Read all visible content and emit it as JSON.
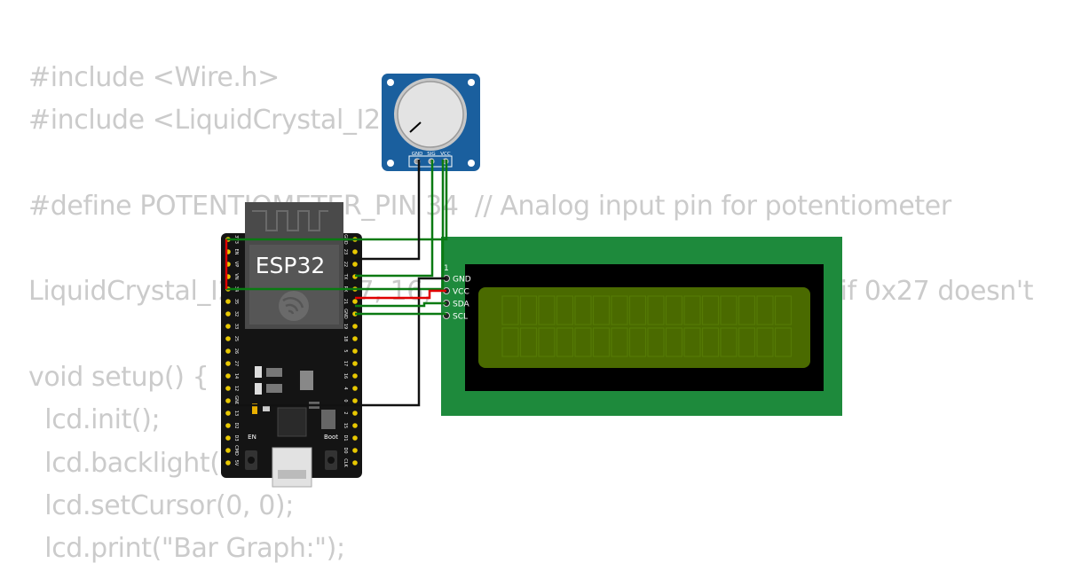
{
  "code_lines": [
    "#include <Wire.h>",
    "#include <LiquidCrystal_I2C.h>",
    "",
    "#define POTENTIOMETER_PIN 34  // Analog input pin for potentiometer",
    "",
    "LiquidCrystal_I2C lcd(0x27, 16, 2);  // Change address to 0x3F if 0x27 doesn't",
    "",
    "void setup() {",
    "  lcd.init();",
    "  lcd.backlight();",
    "  lcd.setCursor(0, 0);",
    "  lcd.print(\"Bar Graph:\");"
  ],
  "esp32": {
    "label": "ESP32",
    "en_label": "EN",
    "boot_label": "Boot",
    "left_pins": [
      "3V3",
      "EN",
      "VP",
      "VN",
      "34",
      "35",
      "32",
      "33",
      "25",
      "26",
      "27",
      "14",
      "12",
      "GND",
      "13",
      "D2",
      "D3",
      "CMD",
      "5V"
    ],
    "right_pins": [
      "GND",
      "23",
      "22",
      "TX",
      "RX",
      "21",
      "GND",
      "19",
      "18",
      "5",
      "17",
      "16",
      "4",
      "0",
      "2",
      "15",
      "D1",
      "D0",
      "CLK"
    ]
  },
  "potentiometer": {
    "pins": [
      "GND",
      "SIG",
      "VCC"
    ]
  },
  "lcd": {
    "pin1_label": "1",
    "pins": [
      "GND",
      "VCC",
      "SDA",
      "SCL"
    ]
  },
  "colors": {
    "code_text": "#cbcbcb",
    "pcb_green": "#1e8a3c",
    "lcd_screen": "#4a6a00",
    "pot_blue": "#1a5f9e",
    "esp_black": "#141414",
    "wire_green": "#0a7a12",
    "wire_red": "#e00000",
    "wire_black": "#111111"
  }
}
